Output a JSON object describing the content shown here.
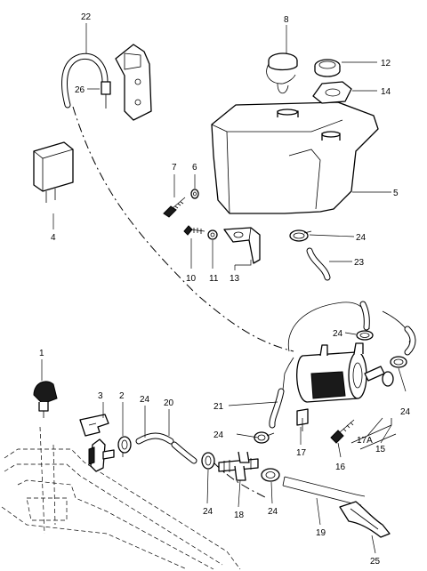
{
  "labels": {
    "p1": "1",
    "p2": "2",
    "p3": "3",
    "p4": "4",
    "p5": "5",
    "p6": "6",
    "p7": "7",
    "p8": "8",
    "p10": "10",
    "p11": "11",
    "p12": "12",
    "p13": "13",
    "p14": "14",
    "p15": "15",
    "p16": "16",
    "p17": "17",
    "p17a": "17A",
    "p18": "18",
    "p19": "19",
    "p20": "20",
    "p21": "21",
    "p22": "22",
    "p23": "23",
    "p24": "24",
    "p25": "25",
    "p26": "26"
  }
}
